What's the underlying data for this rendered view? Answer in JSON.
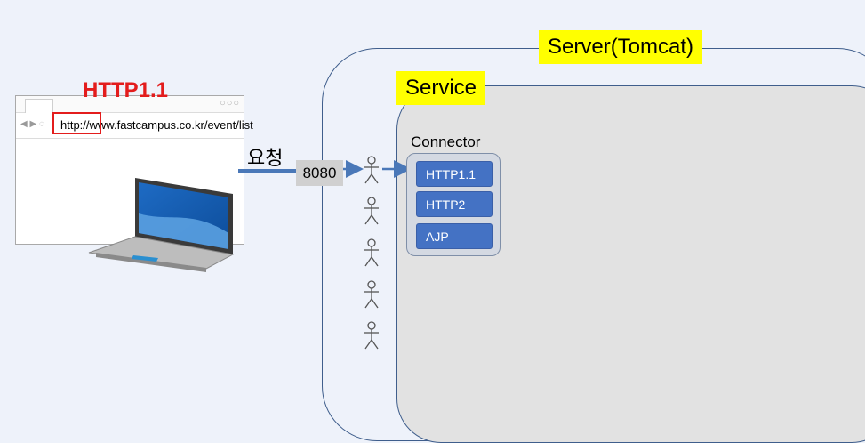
{
  "server": {
    "label": "Server(Tomcat)"
  },
  "service": {
    "label": "Service"
  },
  "browser": {
    "url": "http://www.fastcampus.co.kr/event/list",
    "protocol_title": "HTTP1.1"
  },
  "request_label": "요청",
  "port": "8080",
  "connector": {
    "title": "Connector",
    "items": [
      "HTTP1.1",
      "HTTP2",
      "AJP"
    ]
  },
  "colors": {
    "highlight_yellow": "#ffff00",
    "alert_red": "#e31c1c",
    "connector_blue": "#4472c4",
    "arrow_blue": "#4a78b8"
  },
  "icons": [
    "laptop-icon",
    "thread-person-icon"
  ]
}
